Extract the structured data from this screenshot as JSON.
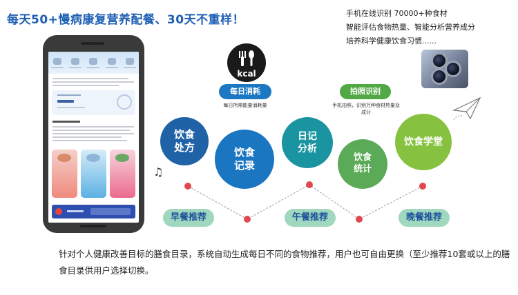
{
  "headline": "每天50+慢病康复营养配餐、30天不重样！",
  "features": [
    "手机在线识别 70000+种食材",
    "智能评估食物热量、智能分析营养成分",
    "培养科学健康饮食习惯......"
  ],
  "kcal_label": "kcal",
  "pills": {
    "daily": {
      "label": "每日消耗",
      "note": "每日所需能量消耗量"
    },
    "photo": {
      "label": "拍照识别",
      "note": "手机拍照，识别万种食材热量及成分"
    }
  },
  "bubbles": {
    "recipe": {
      "line1": "饮食",
      "line2": "处方"
    },
    "record": {
      "line1": "饮食",
      "line2": "记录"
    },
    "diary": {
      "line1": "日记",
      "line2": "分析"
    },
    "stats": {
      "line1": "饮食",
      "line2": "统计"
    },
    "academy": {
      "line1": "饮食学堂"
    }
  },
  "meals": {
    "breakfast": "早餐推荐",
    "lunch": "午餐推荐",
    "dinner": "晚餐推荐"
  },
  "description": "针对个人健康改善目标的膳食目录，系统自动生成每日不同的食物推荐，用户也可自由更换（至少推荐10套或以上的膳食目录供用户选择切换。",
  "colors": {
    "headline": "#1e5fb4",
    "bubble_blue_dark": "#1f63a6",
    "bubble_blue": "#1b76c2",
    "bubble_teal": "#1a94a0",
    "bubble_green": "#5aaa57",
    "bubble_lime": "#86c23f",
    "pill_blue": "#1c78c2",
    "pill_green": "#52a845",
    "meal_bg": "#9fd8bf",
    "meal_text": "#1d4f9c",
    "dot": "#e2474f"
  }
}
